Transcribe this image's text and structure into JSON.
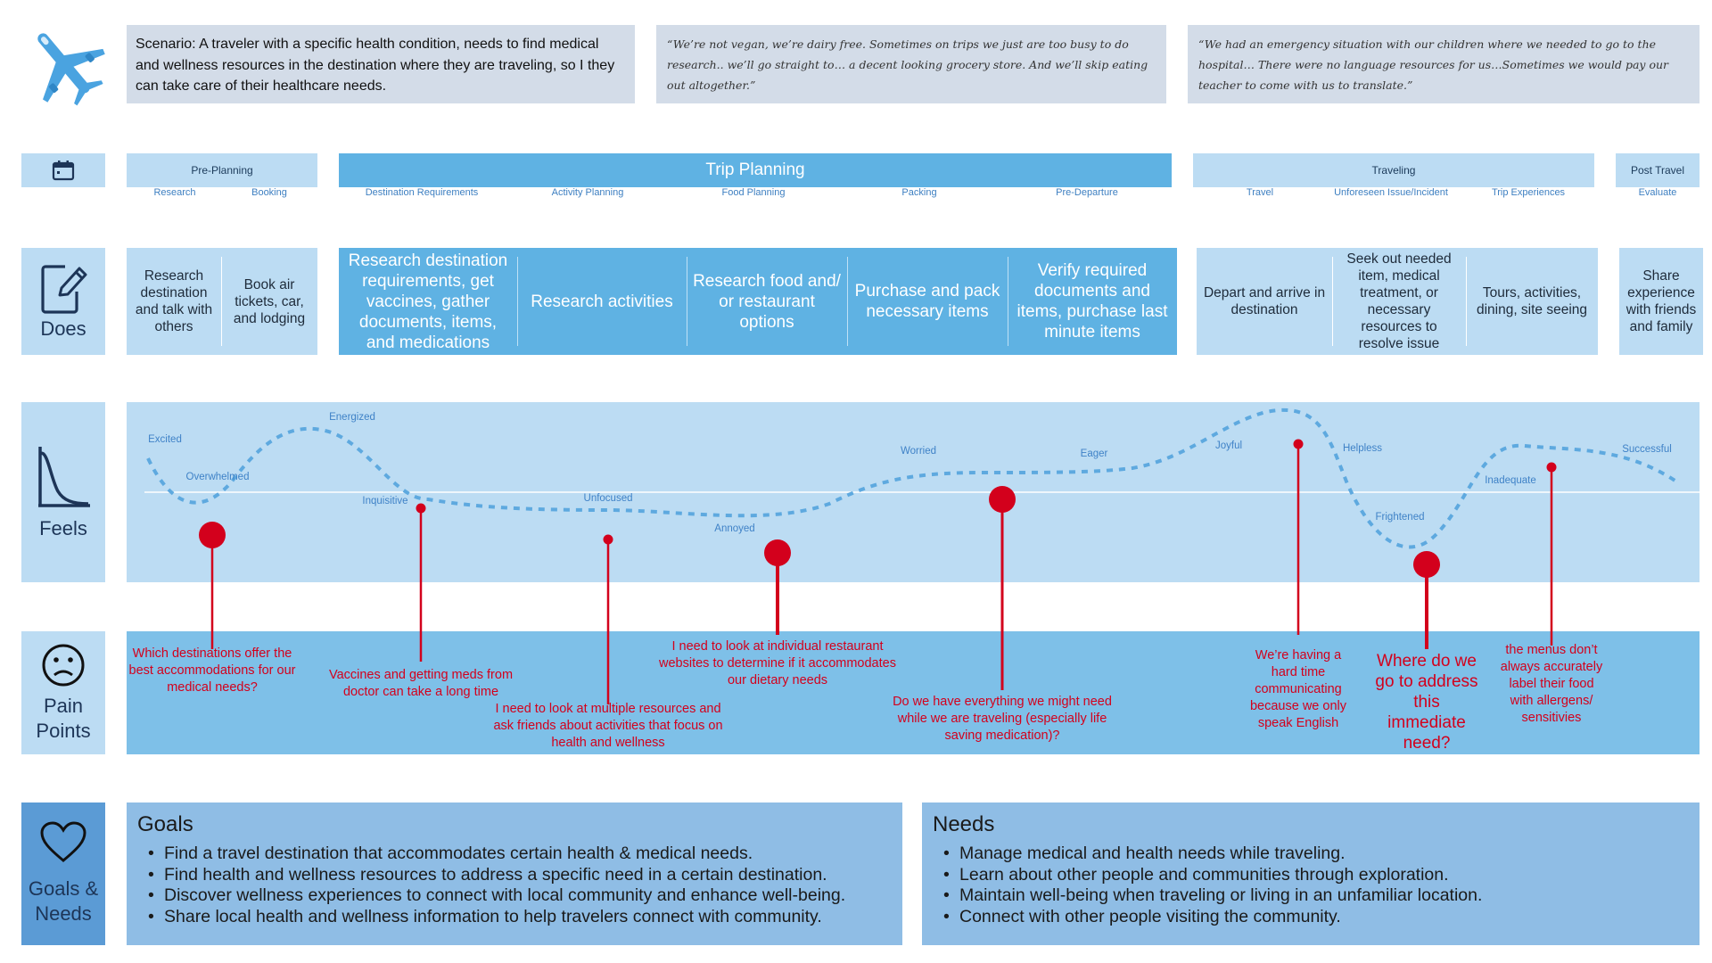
{
  "scenario": "Scenario: A traveler with a specific health condition, needs to find medical and wellness resources in the destination where they are traveling, so I they can take care of their healthcare needs.",
  "quotes": [
    "“We’re not vegan, we’re dairy free. Sometimes on trips we just are too busy to do research.. we’ll go straight to… a decent looking grocery store. And we’ll skip eating out altogether.”",
    "“We had an emergency situation with our children where we needed to go to the hospital… There were no language resources for us…Sometimes we would pay our teacher to come with us to translate.”"
  ],
  "row_labels": {
    "does": "Does",
    "feels": "Feels",
    "pain_points_1": "Pain",
    "pain_points_2": "Points",
    "goals_needs_1": "Goals &",
    "goals_needs_2": "Needs"
  },
  "icons": {
    "header": "airplane-icon",
    "phases": "calendar-icon",
    "does": "edit-document-icon",
    "feels": "curve-chart-icon",
    "pain": "sad-face-icon",
    "goals": "heart-icon"
  },
  "phases": [
    {
      "name": "Pre-Planning",
      "subs": [
        "Research",
        "Booking"
      ]
    },
    {
      "name": "Trip Planning",
      "subs": [
        "Destination Requirements",
        "Activity Planning",
        "Food Planning",
        "Packing",
        "Pre-Departure"
      ]
    },
    {
      "name": "Traveling",
      "subs": [
        "Travel",
        "Unforeseen Issue/Incident",
        "Trip Experiences"
      ]
    },
    {
      "name": "Post Travel",
      "subs": [
        "Evaluate"
      ]
    }
  ],
  "does": {
    "preplanning": [
      "Research destination and talk with others",
      "Book air tickets, car, and lodging"
    ],
    "trip_planning": [
      "Research destination requirements, get vaccines, gather documents, items, and medications",
      "Research activities",
      "Research food and/ or restaurant options",
      "Purchase and pack necessary items",
      "Verify required documents and items, purchase last minute items"
    ],
    "traveling": [
      "Depart and arrive in destination",
      "Seek out needed item, medical treatment, or necessary resources to resolve issue",
      "Tours, activities, dining, site seeing"
    ],
    "post_travel": [
      "Share experience with friends and family"
    ]
  },
  "feels": [
    "Excited",
    "Overwhelmed",
    "Energized",
    "Inquisitive",
    "Unfocused",
    "Annoyed",
    "Worried",
    "Eager",
    "Joyful",
    "Helpless",
    "Frightened",
    "Inadequate",
    "Successful"
  ],
  "pain_points": [
    "Which destinations offer the best accommodations for our medical needs?",
    "Vaccines and getting meds from doctor can take a long time",
    "I need to look at multiple resources and ask friends about activities that focus on health and wellness",
    "I need to look at individual restaurant websites to determine if it accommodates our dietary needs",
    "Do we have everything we might need while we are traveling (especially life saving medication)?",
    "We’re having a hard time communicating because we only speak English",
    "Where do we go to address this immediate need?",
    "the menus don’t always accurately label their food with allergens/ sensitivies"
  ],
  "goals": {
    "title": "Goals",
    "items": [
      "Find a travel destination that accommodates certain health & medical needs.",
      "Find health and wellness resources to address a specific need in a certain destination.",
      "Discover wellness experiences to connect with local community and enhance well-being.",
      "Share local health and wellness information to help travelers connect with community."
    ]
  },
  "needs": {
    "title": "Needs",
    "items": [
      "Manage medical and health needs while traveling.",
      "Learn about other people and communities through exploration.",
      "Maintain well-being when traveling or living in an unfamiliar location.",
      "Connect with other people visiting the community."
    ]
  },
  "colors": {
    "light_blue": "#bcdcf3",
    "mid_blue": "#5fb2e3",
    "pain_blue": "#7ec0e8",
    "goals_blue": "#8fbde5",
    "quote_gray": "#d3dce8",
    "pain_red": "#d3001c",
    "curve_blue": "#5ea9df",
    "label_blue": "#3f82c7"
  }
}
